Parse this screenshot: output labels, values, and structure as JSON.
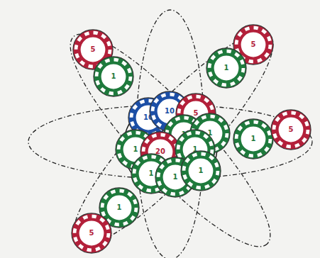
{
  "diagram": {
    "nodes": [
      {
        "text": [
          "5"
        ]
      },
      {
        "text": [
          "5"
        ]
      },
      {
        "text": [
          "1"
        ]
      },
      {
        "text": [
          "1"
        ]
      },
      {
        "text": [
          "10"
        ]
      },
      {
        "text": [
          "10"
        ]
      },
      {
        "text": [
          "5"
        ]
      },
      {
        "text": [
          "1"
        ]
      },
      {
        "text": [
          "1"
        ]
      },
      {
        "text": [
          "1"
        ]
      },
      {
        "text": [
          "20"
        ]
      },
      {
        "text": [
          "1"
        ]
      },
      {
        "text": [
          "1"
        ]
      },
      {
        "text": [
          "5"
        ]
      },
      {
        "text": [
          "1"
        ]
      },
      {
        "text": [
          "1"
        ]
      },
      {
        "text": [
          "1"
        ]
      },
      {
        "text": [
          "1"
        ]
      },
      {
        "text": [
          "5"
        ]
      }
    ]
  }
}
